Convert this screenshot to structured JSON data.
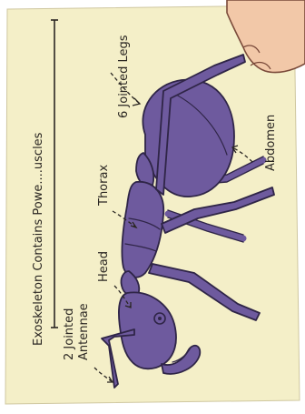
{
  "diagram": {
    "colors": {
      "paper": "#f4efc8",
      "ant_body": "#6e5a9e",
      "ant_outline": "#2f2547",
      "hand_skin": "#f2c8a8",
      "ink": "#2a2622"
    },
    "header_text": "Exoskeleton Contains Powe....uscles",
    "labels": {
      "six_jointed_legs": "6 Jointed Legs",
      "abdomen": "Abdomen",
      "thorax": "Thorax",
      "head": "Head",
      "antennae_line1": "2 Jointed",
      "antennae_line2": "Antennae"
    }
  }
}
